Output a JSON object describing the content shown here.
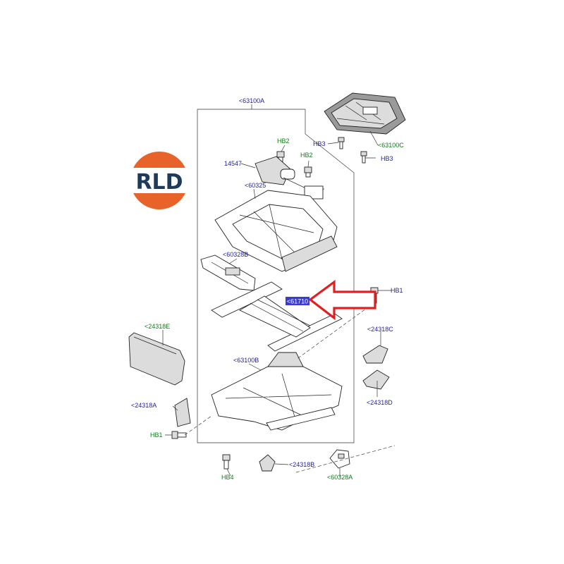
{
  "logo": {
    "text": "RLD",
    "ring_color": "#e8632a",
    "text_color": "#1f3b5c"
  },
  "arrow": {
    "color": "#e02020"
  },
  "highlight": {
    "label": "<61710",
    "bg": "#3a3ad6"
  },
  "labels": {
    "l63100A": "<63100A",
    "l63100C": "<63100C",
    "lHB3a": "HB3",
    "lHB3b": "HB3",
    "lHB2a": "HB2",
    "lHB2b": "HB2",
    "l14547": "14547",
    "l60325": "<60325",
    "l60328B": "<60328B",
    "lHB1r": "HB1",
    "l24318E": "<24318E",
    "l24318C": "<24318C",
    "l63100B": "<63100B",
    "l24318D": "<24318D",
    "l24318A": "<24318A",
    "lHB1l": "HB1",
    "lHB4": "HB4",
    "l24318B": "<24318B",
    "l60328A": "<60328A"
  }
}
